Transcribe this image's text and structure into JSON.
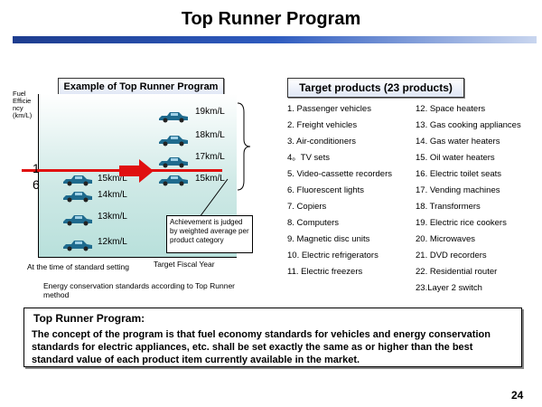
{
  "title": "Top Runner Program",
  "left_panel": {
    "header": "Example of Top Runner Program",
    "y_axis_label": "Fuel Efficiency (km/L)",
    "cars_start": [
      "15km/L",
      "14km/L",
      "13km/L",
      "12km/L"
    ],
    "cars_target": [
      "19km/L",
      "18km/L",
      "17km/L",
      "15km/L"
    ],
    "red_line_label_1": "1",
    "red_line_label_2": "6",
    "note": "Achievement is judged by weighted average per product category",
    "x_label_start": "At the time of standard setting",
    "x_label_target": "Target Fiscal  Year",
    "caption": "Energy conservation standards according to Top Runner method",
    "colors": {
      "car": "#1f6b8e",
      "red_line": "#e01010",
      "arrow": "#e01010"
    }
  },
  "right_panel": {
    "header": "Target products (23 products)",
    "col1": [
      "1. Passenger vehicles",
      "2. Freight vehicles",
      "3. Air-conditioners",
      "4。TV sets",
      "5. Video-cassette recorders",
      "6. Fluorescent lights",
      "7. Copiers",
      "8. Computers",
      "9. Magnetic disc units",
      "10. Electric refrigerators",
      "11. Electric freezers"
    ],
    "col2": [
      "12. Space heaters",
      "13. Gas cooking appliances",
      "14. Gas water heaters",
      "15. Oil water heaters",
      "16. Electric toilet seats",
      "17. Vending machines",
      "18. Transformers",
      "19. Electric rice cookers",
      "20. Microwaves",
      "21. DVD recorders",
      "22. Residential router",
      "23.Layer 2 switch"
    ]
  },
  "summary": {
    "title": "Top Runner Program:",
    "text": "The concept of the program is that fuel economy standards for vehicles and energy conservation standards for electric appliances, etc. shall be set exactly the same as or higher than the best standard value of each product item currently available in the market."
  },
  "page_number": "24"
}
